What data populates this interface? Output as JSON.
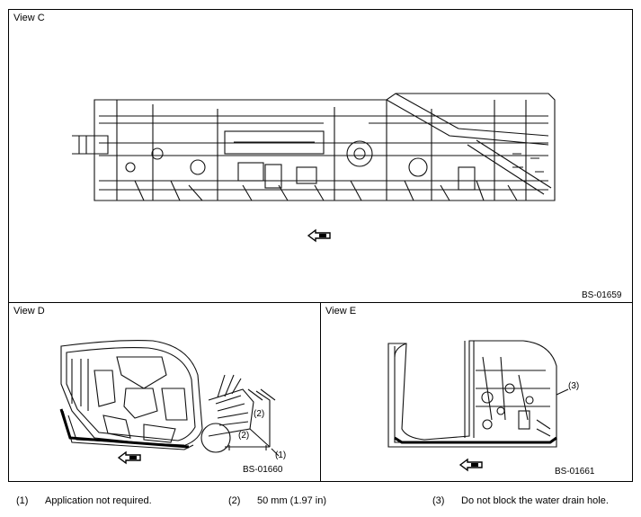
{
  "views": {
    "c": {
      "title": "View C",
      "code": "BS-01659"
    },
    "d": {
      "title": "View D",
      "code": "BS-01660",
      "callouts": [
        "(2)",
        "(2)",
        "(1)"
      ]
    },
    "e": {
      "title": "View E",
      "code": "BS-01661",
      "callouts": [
        "(3)"
      ]
    }
  },
  "legend": [
    {
      "num": "(1)",
      "text": "Application not required."
    },
    {
      "num": "(2)",
      "text": "50 mm (1.97 in)"
    },
    {
      "num": "(3)",
      "text": "Do not block the water drain hole."
    }
  ]
}
